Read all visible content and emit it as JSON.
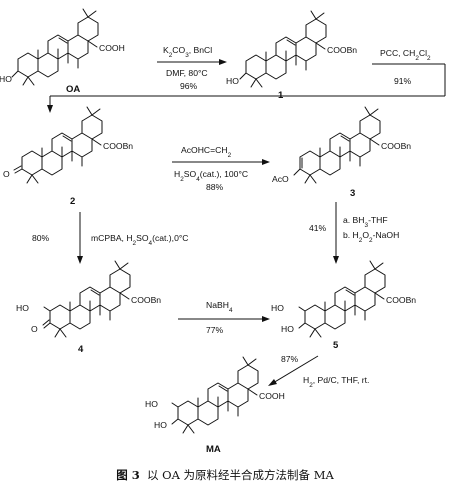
{
  "compounds": {
    "oa": {
      "id": "OA",
      "substituent": "COOH",
      "hydroxyls": [
        "HO"
      ]
    },
    "c1": {
      "id": "1",
      "substituent": "COOBn",
      "hydroxyls": [
        "HO"
      ]
    },
    "c2": {
      "id": "2",
      "substituent": "COOBn",
      "oxo": "O"
    },
    "c3": {
      "id": "3",
      "substituent": "COOBn",
      "ester": "AcO"
    },
    "c4": {
      "id": "4",
      "substituent": "COOBn",
      "hydroxyls": [
        "HO"
      ],
      "oxo": "O"
    },
    "c5": {
      "id": "5",
      "substituent": "COOBn",
      "hydroxyls": [
        "HO",
        "HO"
      ]
    },
    "ma": {
      "id": "MA",
      "substituent": "COOH",
      "hydroxyls": [
        "HO",
        "HO"
      ]
    }
  },
  "steps": {
    "s1": {
      "above": "K2CO3, BnCl",
      "below": "DMF, 80°C",
      "yield": "96%"
    },
    "s2": {
      "above": "PCC, CH2Cl2",
      "yield": "91%"
    },
    "s3": {
      "above": "AcOHC=CH2",
      "below": "H2SO4(cat.), 100°C",
      "yield": "88%"
    },
    "s4": {
      "reagent": "mCPBA, H2SO4(cat.),0°C",
      "yield": "80%"
    },
    "s5": {
      "line1": "a. BH3-THF",
      "line2": "b. H2O2-NaOH",
      "yield": "41%"
    },
    "s6": {
      "reagent": "NaBH4",
      "yield": "77%"
    },
    "s7": {
      "reagent": "H2, Pd/C, THF, rt.",
      "yield": "87%"
    }
  },
  "caption": {
    "figure": "图 3",
    "text": "以 OA 为原料经半合成方法制备 MA"
  }
}
